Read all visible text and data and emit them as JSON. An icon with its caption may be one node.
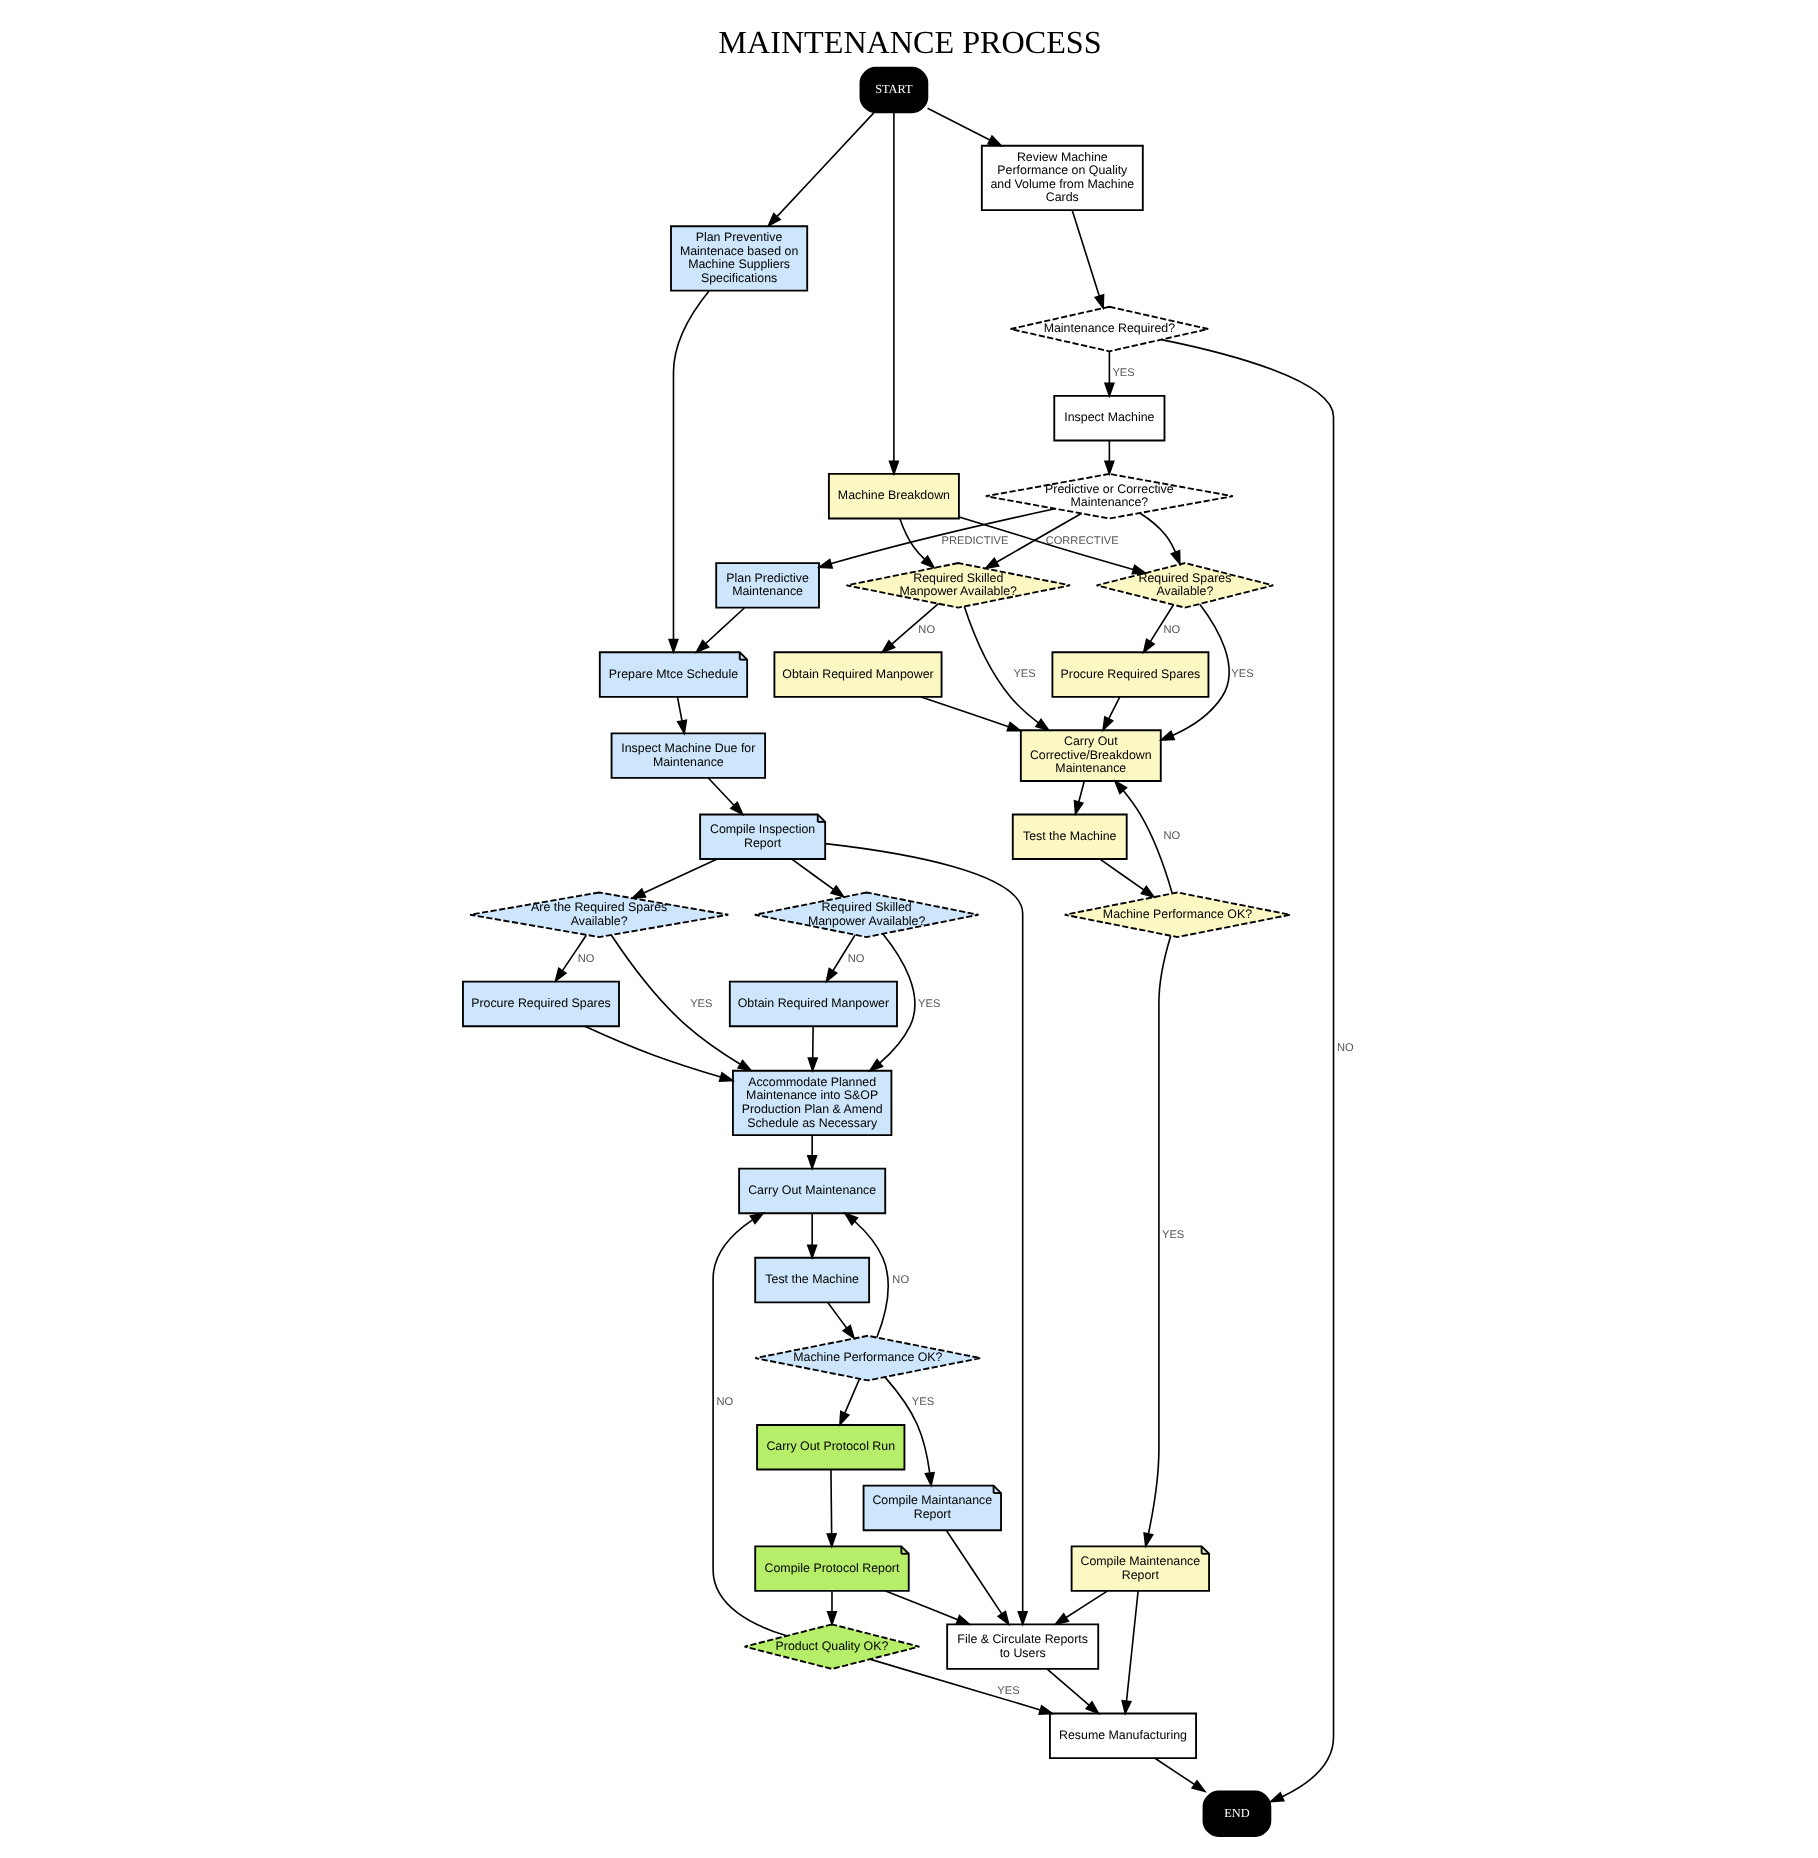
{
  "diagram": {
    "title": "MAINTENANCE PROCESS",
    "nodes": [
      {
        "text": [
          "START"
        ]
      },
      {
        "text": [
          "Machine Breakdown"
        ]
      },
      {
        "text": [
          "Review Machine Performance on Quality and Volume from Machine Cards"
        ]
      },
      {
        "text": [
          "Plan Preventive Maintenace based on Machine Suppliers Specifications"
        ]
      },
      {
        "text": [
          "Maintenance Required?"
        ]
      },
      {
        "text": [
          "Plan Predictive Maintenance"
        ]
      },
      {
        "text": [
          "Prepare Mtce Schedule"
        ]
      },
      {
        "text": [
          "Inspect Machine"
        ]
      },
      {
        "text": [
          "Inspect Machine Due for Maintenance"
        ]
      },
      {
        "text": [
          "Predictive or Corrective Maintenance?"
        ]
      },
      {
        "text": [
          "Compile Inspection Report"
        ]
      },
      {
        "text": [
          "Required Skilled Manpower Available?"
        ]
      },
      {
        "text": [
          "Required Spares Available?"
        ]
      },
      {
        "text": [
          "Are the Required Spares Available?"
        ]
      },
      {
        "text": [
          "Required Skilled Manpower Available?"
        ]
      },
      {
        "text": [
          "Obtain Required Manpower"
        ]
      },
      {
        "text": [
          "Procure Required Spares"
        ]
      },
      {
        "text": [
          "Procure Required Spares"
        ]
      },
      {
        "text": [
          "Obtain Required Manpower"
        ]
      },
      {
        "text": [
          "Accommodate Planned Maintenance into S&OP Production Plan & Amend Schedule as Necessary"
        ]
      },
      {
        "text": [
          "Carry Out Corrective/Breakdown Maintenance"
        ]
      },
      {
        "text": [
          "Carry Out Maintenance"
        ]
      },
      {
        "text": [
          "Test the Machine"
        ]
      },
      {
        "text": [
          "Test the Machine"
        ]
      },
      {
        "text": [
          "Machine Performance OK?"
        ]
      },
      {
        "text": [
          "Machine Performance OK?"
        ]
      },
      {
        "text": [
          "Compile Maintanance Report"
        ]
      },
      {
        "text": [
          "Carry Out Protocol Run"
        ]
      },
      {
        "text": [
          "Compile Protocol Report"
        ]
      },
      {
        "text": [
          "Compile Maintenance Report"
        ]
      },
      {
        "text": [
          "File & Circulate Reports to Users"
        ]
      },
      {
        "text": [
          "Product Quality OK?"
        ]
      },
      {
        "text": [
          "Resume Manufacturing"
        ]
      },
      {
        "text": [
          "END"
        ]
      }
    ],
    "edges": [
      {
        "from": 0,
        "to": 1,
        "arrow": "to"
      },
      {
        "from": 0,
        "to": 2,
        "arrow": "to"
      },
      {
        "from": 0,
        "to": 3,
        "arrow": "to"
      },
      {
        "from": 2,
        "to": 4,
        "arrow": "to"
      },
      {
        "from": 4,
        "to": 7,
        "arrow": "to",
        "label": "YES"
      },
      {
        "from": 4,
        "to": 33,
        "arrow": "to",
        "label": "NO"
      },
      {
        "from": 7,
        "to": 9,
        "arrow": "to"
      },
      {
        "from": 9,
        "to": 5,
        "arrow": "to",
        "label": "PREDICTIVE"
      },
      {
        "from": 9,
        "to": 11,
        "arrow": "to",
        "label": "CORRECTIVE"
      },
      {
        "from": 9,
        "to": 12,
        "arrow": "to"
      },
      {
        "from": 1,
        "to": 11,
        "arrow": "to"
      },
      {
        "from": 1,
        "to": 12,
        "arrow": "to"
      },
      {
        "from": 5,
        "to": 6,
        "arrow": "to"
      },
      {
        "from": 3,
        "to": 6,
        "arrow": "to"
      },
      {
        "from": 6,
        "to": 8,
        "arrow": "to"
      },
      {
        "from": 8,
        "to": 10,
        "arrow": "to"
      },
      {
        "from": 10,
        "to": 13,
        "arrow": "to"
      },
      {
        "from": 10,
        "to": 14,
        "arrow": "to"
      },
      {
        "from": 10,
        "to": 30,
        "arrow": "to"
      },
      {
        "from": 11,
        "to": 15,
        "arrow": "to",
        "label": "NO"
      },
      {
        "from": 11,
        "to": 20,
        "arrow": "to",
        "label": "YES"
      },
      {
        "from": 12,
        "to": 16,
        "arrow": "to",
        "label": "NO"
      },
      {
        "from": 12,
        "to": 20,
        "arrow": "to",
        "label": "YES"
      },
      {
        "from": 15,
        "to": 20,
        "arrow": "to"
      },
      {
        "from": 16,
        "to": 20,
        "arrow": "to"
      },
      {
        "from": 13,
        "to": 17,
        "arrow": "to",
        "label": "NO"
      },
      {
        "from": 13,
        "to": 19,
        "arrow": "to",
        "label": "YES"
      },
      {
        "from": 14,
        "to": 18,
        "arrow": "to",
        "label": "NO"
      },
      {
        "from": 14,
        "to": 19,
        "arrow": "to",
        "label": "YES"
      },
      {
        "from": 17,
        "to": 19,
        "arrow": "to"
      },
      {
        "from": 18,
        "to": 19,
        "arrow": "to"
      },
      {
        "from": 19,
        "to": 21,
        "arrow": "to"
      },
      {
        "from": 21,
        "to": 22,
        "arrow": "to"
      },
      {
        "from": 22,
        "to": 24,
        "arrow": "to"
      },
      {
        "from": 24,
        "to": 21,
        "arrow": "to",
        "label": "NO"
      },
      {
        "from": 24,
        "to": 26,
        "arrow": "to",
        "label": "YES"
      },
      {
        "from": 24,
        "to": 27,
        "arrow": "to"
      },
      {
        "from": 27,
        "to": 28,
        "arrow": "to"
      },
      {
        "from": 28,
        "to": 30,
        "arrow": "to"
      },
      {
        "from": 28,
        "to": 31,
        "arrow": "to"
      },
      {
        "from": 26,
        "to": 30,
        "arrow": "to"
      },
      {
        "from": 20,
        "to": 23,
        "arrow": "to"
      },
      {
        "from": 23,
        "to": 25,
        "arrow": "to"
      },
      {
        "from": 25,
        "to": 20,
        "arrow": "to",
        "label": "NO"
      },
      {
        "from": 25,
        "to": 29,
        "arrow": "to",
        "label": "YES"
      },
      {
        "from": 29,
        "to": 30,
        "arrow": "to"
      },
      {
        "from": 29,
        "to": 32,
        "arrow": "to"
      },
      {
        "from": 30,
        "to": 32,
        "arrow": "to"
      },
      {
        "from": 31,
        "to": 32,
        "arrow": "to",
        "label": "YES"
      },
      {
        "from": 31,
        "to": 21,
        "arrow": "to",
        "label": "NO"
      },
      {
        "from": 32,
        "to": 33,
        "arrow": "to"
      }
    ]
  }
}
